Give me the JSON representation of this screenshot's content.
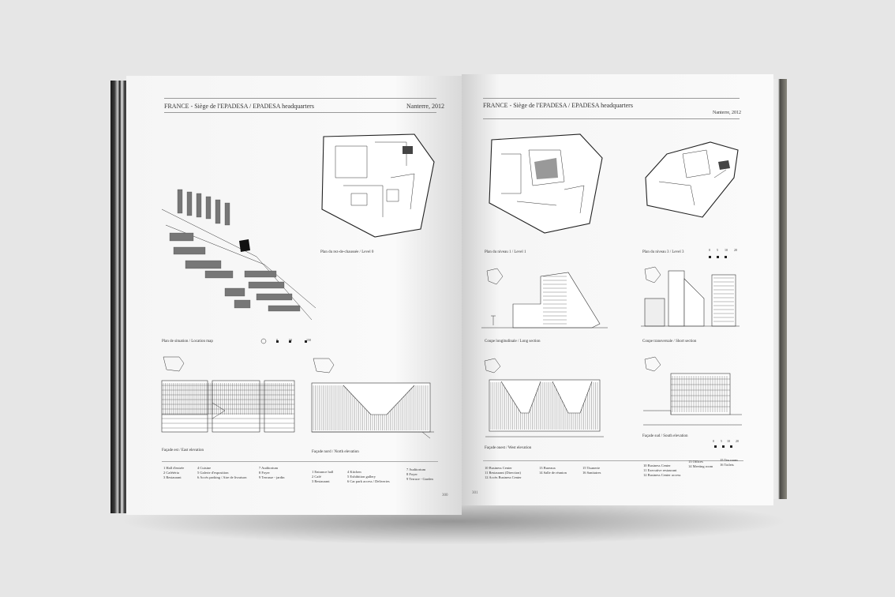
{
  "left": {
    "header_title": "FRANCE - Siège de l'EPADESA / EPADESA headquarters",
    "header_place": "Nanterre, 2012",
    "captions": {
      "location": "Plan de situation / Location map",
      "ground": "Plan du rez-de-chaussée / Level 0",
      "east": "Façade est / East elevation",
      "north": "Façade nord / North elevation"
    },
    "scale_location": [
      "0",
      "50",
      "150"
    ],
    "legend_col1": [
      "1  Hall d'entrée",
      "2  Cafétéria",
      "3  Restaurant"
    ],
    "legend_col2": [
      "4  Cuisine",
      "5  Galerie d'exposition",
      "6  Accès parking / Aire de livraison"
    ],
    "legend_col3": [
      "7  Auditorium",
      "8  Foyer",
      "9  Terrasse - jardin"
    ],
    "legend_col4": [
      "1  Entrance hall",
      "2  Café",
      "3  Restaurant"
    ],
    "legend_col5": [
      "4  Kitchen",
      "5  Exhibition gallery",
      "6  Car park access / Deliveries"
    ],
    "legend_col6": [
      "7  Auditorium",
      "8  Foyer",
      "9  Terrace - Garden"
    ],
    "page_number": "300"
  },
  "right": {
    "header_title": "FRANCE - Siège de l'EPADESA / EPADESA headquarters",
    "header_place": "Nanterre, 2012",
    "captions": {
      "level1": "Plan du niveau 1 / Level 1",
      "level3": "Plan du niveau 3 / Level 3",
      "long": "Coupe longitudinale / Long section",
      "short": "Coupe transversale / Short section",
      "west": "Façade ouest / West elevation",
      "south": "Façade sud / South elevation"
    },
    "scale_plan": [
      "0",
      "5",
      "10",
      "20"
    ],
    "scale_elev": [
      "0",
      "5",
      "10",
      "20"
    ],
    "legend_col1": [
      "10  Business Center",
      "11  Restaurant (Direction)",
      "12  Accès Business Center"
    ],
    "legend_col2": [
      "13  Bureaux",
      "14  Salle de réunion"
    ],
    "legend_col3": [
      "15  Tisanerie",
      "16  Sanitaires"
    ],
    "legend_col4": [
      "10  Business Center",
      "11  Executive restaurant",
      "12  Business Center access"
    ],
    "legend_col5": [
      "13  Offices",
      "14  Meeting room"
    ],
    "legend_col6": [
      "15  Tea room",
      "16  Toilets"
    ],
    "page_number": "301"
  }
}
